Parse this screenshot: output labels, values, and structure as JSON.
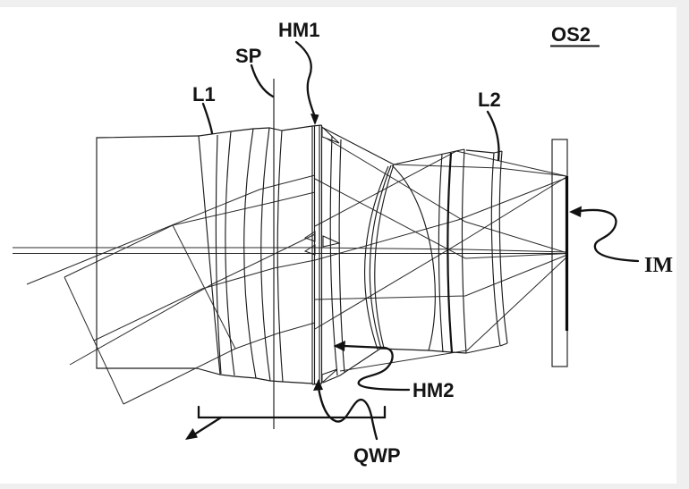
{
  "figure": {
    "title": "OS2",
    "kind": "patent optical-system cross-section with ray trace",
    "labels": {
      "l1": "L1",
      "sp": "SP",
      "hm1": "HM1",
      "l2": "L2",
      "os2": "OS2",
      "im": "IM",
      "hm2": "HM2",
      "qwp": "QWP"
    },
    "colors": {
      "line": "#1c1c1c",
      "canvas": "#ffffff",
      "margin": "#efefef"
    }
  }
}
